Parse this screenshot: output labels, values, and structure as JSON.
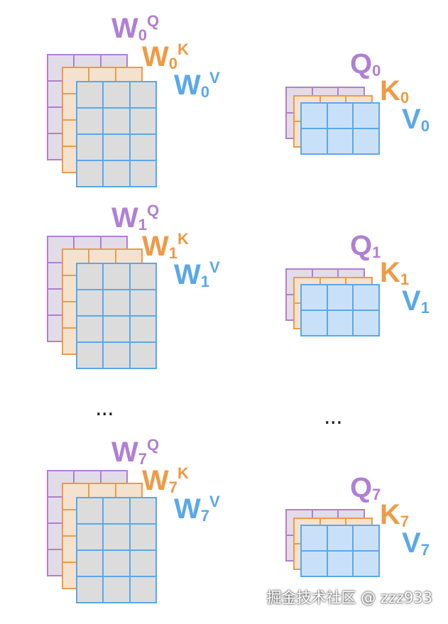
{
  "colors": {
    "query": "#b07fd4",
    "key": "#ef9a45",
    "value": "#5aa8ea"
  },
  "groups": [
    {
      "w_base": "W",
      "index": "0",
      "q_sup": "Q",
      "k_sup": "K",
      "v_sup": "V",
      "q_base": "Q",
      "k_base": "K",
      "v_base": "V"
    },
    {
      "w_base": "W",
      "index": "1",
      "q_sup": "Q",
      "k_sup": "K",
      "v_sup": "V",
      "q_base": "Q",
      "k_base": "K",
      "v_base": "V"
    },
    {
      "w_base": "W",
      "index": "7",
      "q_sup": "Q",
      "k_sup": "K",
      "v_sup": "V",
      "q_base": "Q",
      "k_base": "K",
      "v_base": "V"
    }
  ],
  "ellipsis": "...",
  "watermark": "掘金技术社区 @ zzz933"
}
